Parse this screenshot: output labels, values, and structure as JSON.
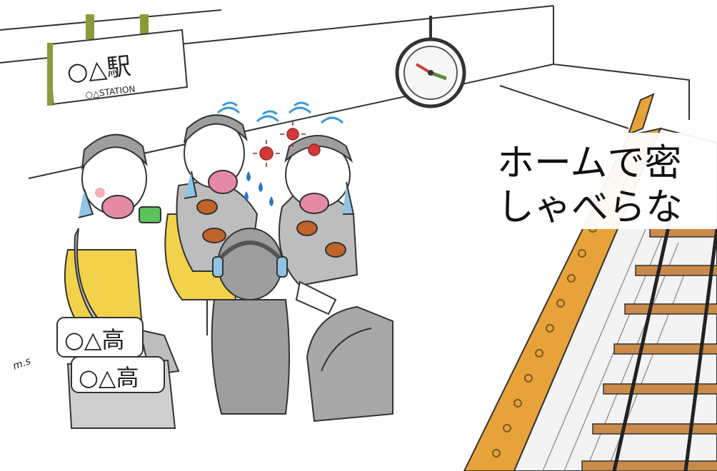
{
  "station_sign": {
    "kanji": "○△駅",
    "romaji": "○△STATION"
  },
  "bag_labels": {
    "bag1": "○△高",
    "bag2": "○△高"
  },
  "caption": {
    "line1": "ホームで密",
    "line2": "しゃべらな"
  },
  "signature": "m.s",
  "colors": {
    "track_orange": "#e8a23a",
    "sleeper_brown": "#c98a4a",
    "seat_yellow": "#f2d24b",
    "mask_blue": "#8fc4e6",
    "virus_red": "#d23a3a",
    "book_green": "#5cc25c"
  }
}
